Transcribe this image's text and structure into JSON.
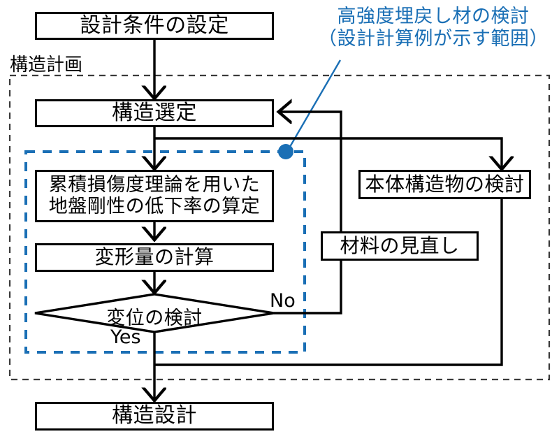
{
  "diagram": {
    "title_label": "構造計画",
    "annotation": {
      "text": "高強度埋戻し材の検討\n（設計計算例が示す範囲）",
      "color": "#1a6fb5"
    },
    "colors": {
      "stroke": "#000000",
      "accent": "#1a6fb5",
      "outer_group_border": "#3a3a3a",
      "background": "#ffffff"
    },
    "nodes": [
      {
        "id": "design-conditions",
        "label": "設計条件の設定",
        "shape": "rect"
      },
      {
        "id": "structure-selection",
        "label": "構造選定",
        "shape": "rect"
      },
      {
        "id": "cumulative-damage",
        "label": "累積損傷度理論を用いた\n地盤剛性の低下率の算定",
        "shape": "rect"
      },
      {
        "id": "deformation-calc",
        "label": "変形量の計算",
        "shape": "rect"
      },
      {
        "id": "displacement-check",
        "label": "変位の検討",
        "shape": "diamond"
      },
      {
        "id": "main-structure-review",
        "label": "本体構造物の検討",
        "shape": "rect"
      },
      {
        "id": "material-revision",
        "label": "材料の見直し",
        "shape": "rect"
      },
      {
        "id": "structural-design",
        "label": "構造設計",
        "shape": "rect"
      }
    ],
    "branch_labels": {
      "yes": "Yes",
      "no": "No"
    }
  }
}
